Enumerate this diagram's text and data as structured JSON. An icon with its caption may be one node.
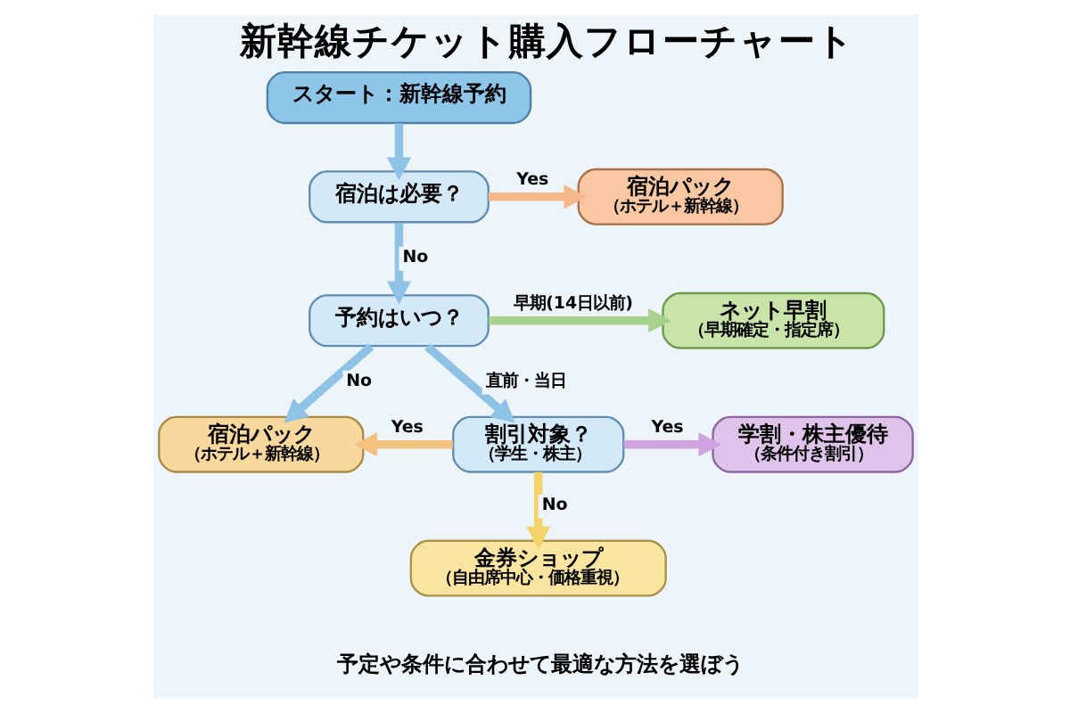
{
  "diagram": {
    "title": "新幹線チケット購入フローチャート",
    "caption": "予定や条件に合わせて最適な方法を選ぼう",
    "nodes": [
      {
        "text": [
          "スタート：新幹線予約"
        ]
      },
      {
        "text": [
          "宿泊は必要？"
        ]
      },
      {
        "text": [
          "宿泊パック",
          "（ホテル＋新幹線）"
        ]
      },
      {
        "text": [
          "予約はいつ？"
        ]
      },
      {
        "text": [
          "ネット早割",
          "（早期確定・指定席）"
        ]
      },
      {
        "text": [
          "宿泊パック",
          "（ホテル＋新幹線）"
        ]
      },
      {
        "text": [
          "割引対象？",
          "（学生・株主）"
        ]
      },
      {
        "text": [
          "学割・株主優待",
          "（条件付き割引）"
        ]
      },
      {
        "text": [
          "金券ショップ",
          "（自由席中心・価格重視）"
        ]
      }
    ],
    "edges": [
      {
        "from": 0,
        "to": 1,
        "arrow": "to"
      },
      {
        "from": 1,
        "to": 2,
        "arrow": "to",
        "label": "Yes",
        "color": "#f5b88a"
      },
      {
        "from": 1,
        "to": 3,
        "arrow": "to",
        "label": "No"
      },
      {
        "from": 3,
        "to": 4,
        "arrow": "to",
        "label": "早期(14日以前)",
        "color": "#a9d18e"
      },
      {
        "from": 3,
        "to": 5,
        "arrow": "to",
        "label": "No"
      },
      {
        "from": 3,
        "to": 6,
        "arrow": "to",
        "label": "直前・当日"
      },
      {
        "from": 6,
        "to": 7,
        "arrow": "to",
        "label": "Yes",
        "color": "#cfa3e0"
      },
      {
        "from": 6,
        "to": 5,
        "arrow": "to",
        "label": "Yes",
        "color": "#f2c27e"
      },
      {
        "from": 6,
        "to": 8,
        "arrow": "to",
        "label": "No",
        "color": "#f3d36a"
      }
    ]
  }
}
